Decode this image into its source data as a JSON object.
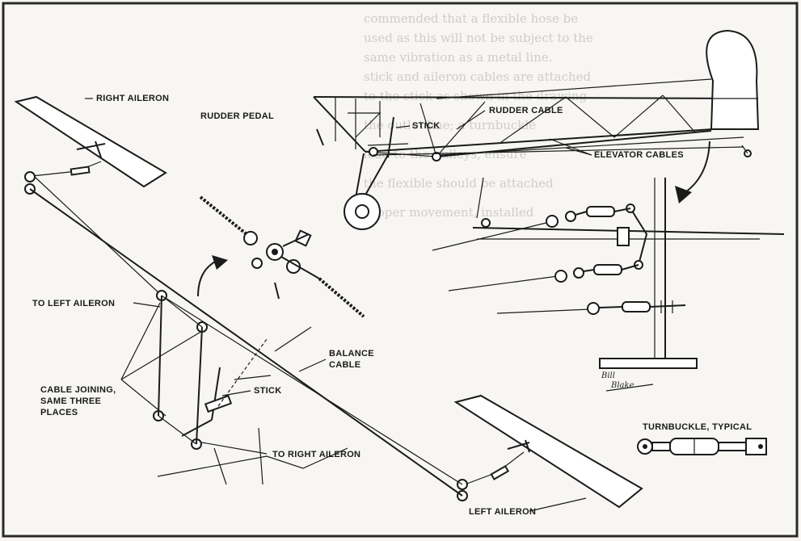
{
  "labels": {
    "right_aileron": "RIGHT AILERON",
    "rudder_pedal": "RUDDER PEDAL",
    "rudder_cable": "RUDDER CABLE",
    "stick_top": "STICK",
    "elevator_cables": "ELEVATOR CABLES",
    "to_left_aileron": "TO LEFT AILERON",
    "balance_cable_1": "BALANCE",
    "balance_cable_2": "CABLE",
    "cable_joining_1": "CABLE JOINING,",
    "cable_joining_2": "SAME THREE",
    "cable_joining_3": "PLACES",
    "stick_lower": "STICK",
    "to_right_aileron": "TO RIGHT AILERON",
    "left_aileron": "LEFT AILERON",
    "turnbuckle_typical": "TURNBUCKLE, TYPICAL",
    "signature_1": "Bill",
    "signature_2": "Blake"
  },
  "background_text": [
    "commended that a flexible hose be",
    "used as this will not be subject to the",
    "same vibration as a metal line.",
    "stick and aileron cables are attached",
    "to the stick as shown in the drawing",
    "the outlet line; a turnbuckle",
    "lead to the pulleys, ensure",
    "the flexible should be attached",
    "proper movement, installed"
  ],
  "colors": {
    "ink": "#1b1b1b",
    "paper": "#f7f6f3",
    "frame": "#2a2a2a"
  }
}
